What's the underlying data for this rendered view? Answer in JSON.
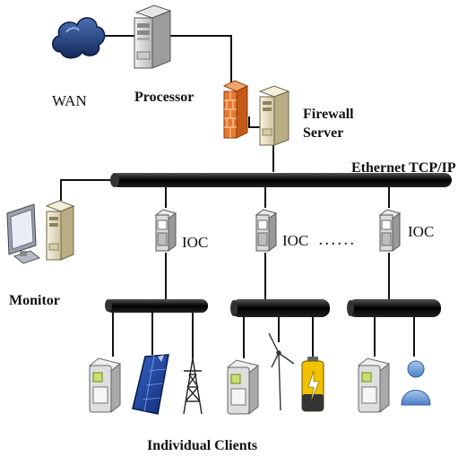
{
  "labels": {
    "wan": "WAN",
    "processor": "Processor",
    "firewall_line1": "Firewall",
    "firewall_line2": "Server",
    "ethernet": "Ethernet TCP/IP",
    "monitor": "Monitor",
    "ioc1": "IOC",
    "ioc2": "IOC",
    "ioc3": "IOC",
    "dots": ". . . . . .",
    "clients": "Individual Clients"
  },
  "icons": {
    "wan": "cloud-icon",
    "processor": "server-tower-icon",
    "firewall": "brick-firewall-icon",
    "server": "server-icon",
    "monitor": "desktop-monitor-icon",
    "ioc": "controller-device-icon",
    "clients": [
      "meter-device-icon",
      "solar-panel-icon",
      "transmission-tower-icon",
      "meter-device-icon",
      "wind-turbine-icon",
      "battery-icon",
      "meter-device-icon",
      "user-icon"
    ]
  },
  "colors": {
    "bus": "#111111",
    "cloud": "#1f3f7a",
    "firewall": "#e87a2e",
    "server_beige": "#e9e2c6",
    "device_gray": "#d9d9d9",
    "device_green": "#c8e070",
    "solar": "#1b3f9a",
    "battery": "#f2c200",
    "user": "#6b9ad6"
  }
}
